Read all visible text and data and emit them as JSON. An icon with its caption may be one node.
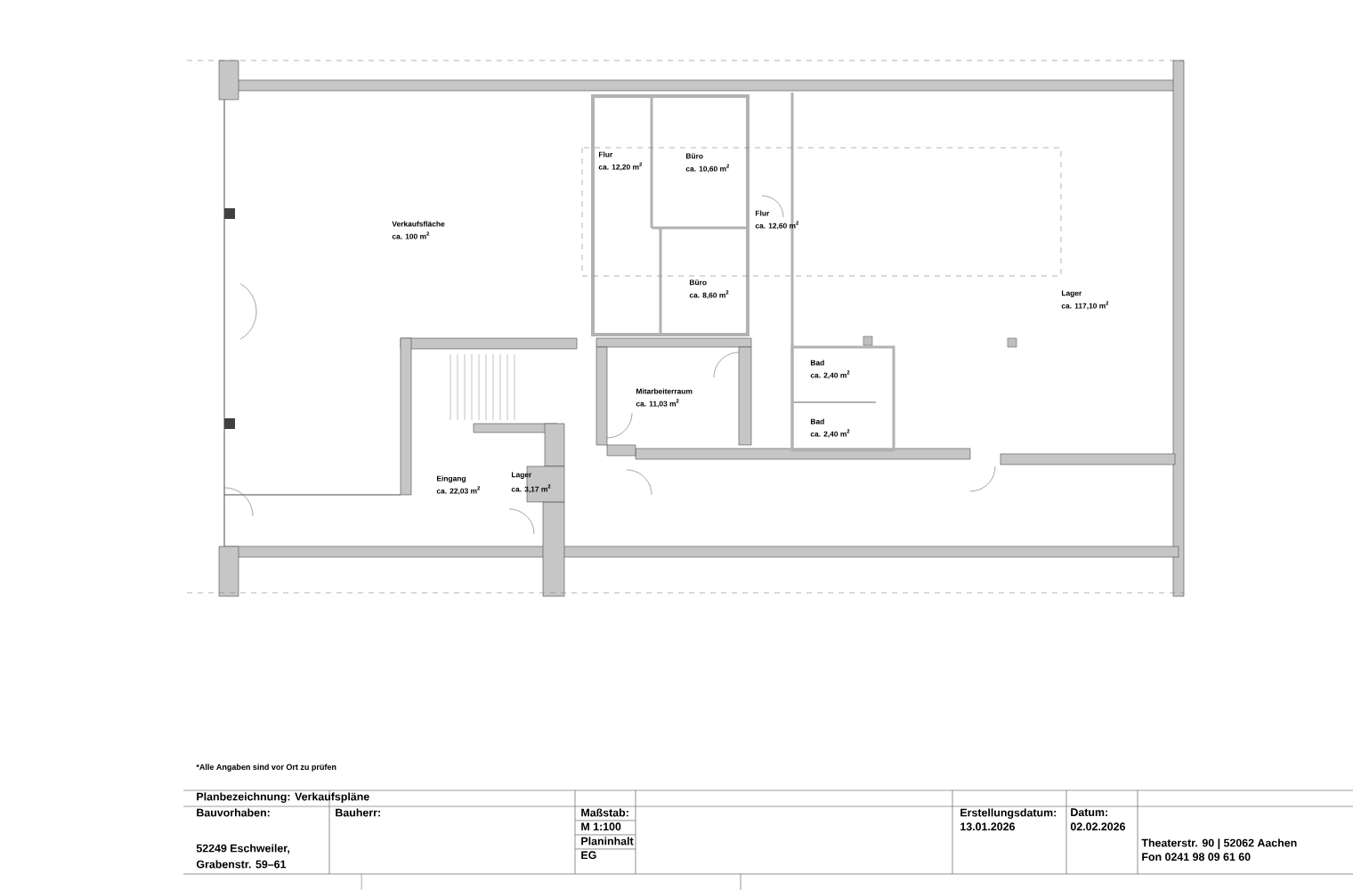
{
  "diagram": {
    "labels": [
      "Verkaufsfläche",
      "ca. 100 m$^{2}$",
      "Flur",
      "ca. 12,20 m$^{2}$",
      "Büro",
      "ca. 10,60 m$^{2}$",
      "Flur",
      "ca. 12,60 m$^{2}$",
      "Büro",
      "ca. 8,60 m$^{2}$",
      "Lager",
      "ca. 117,10 m$^{2}$",
      "Mitarbeiterraum",
      "ca. 11,03 m$^{2}$",
      "Bad",
      "ca. 2,40 m$^{2}$",
      "Bad",
      "ca. 2,40 m$^{2}$",
      "Eingang",
      "ca. 22,03 m$^{2}$",
      "Lager",
      "ca. 3,17 m$^{2}$",
      "*Alle Angaben sind vor Ort zu prüfen",
      "Planbezeichnung: Verkaufspläne",
      "Bauvorhaben:",
      "Bauherr:",
      "Maßstab:",
      "Erstellungsdatum:",
      "Datum:",
      "M 1:100",
      "13.01.2026",
      "02.02.2026",
      "Planinhalt",
      "Theaterstr. 90 | 52062 Aachen",
      "52249 Eschweiler,",
      "EG",
      "Fon 0241 98 09 61 60",
      "Grabenstr. 59–61"
    ]
  }
}
